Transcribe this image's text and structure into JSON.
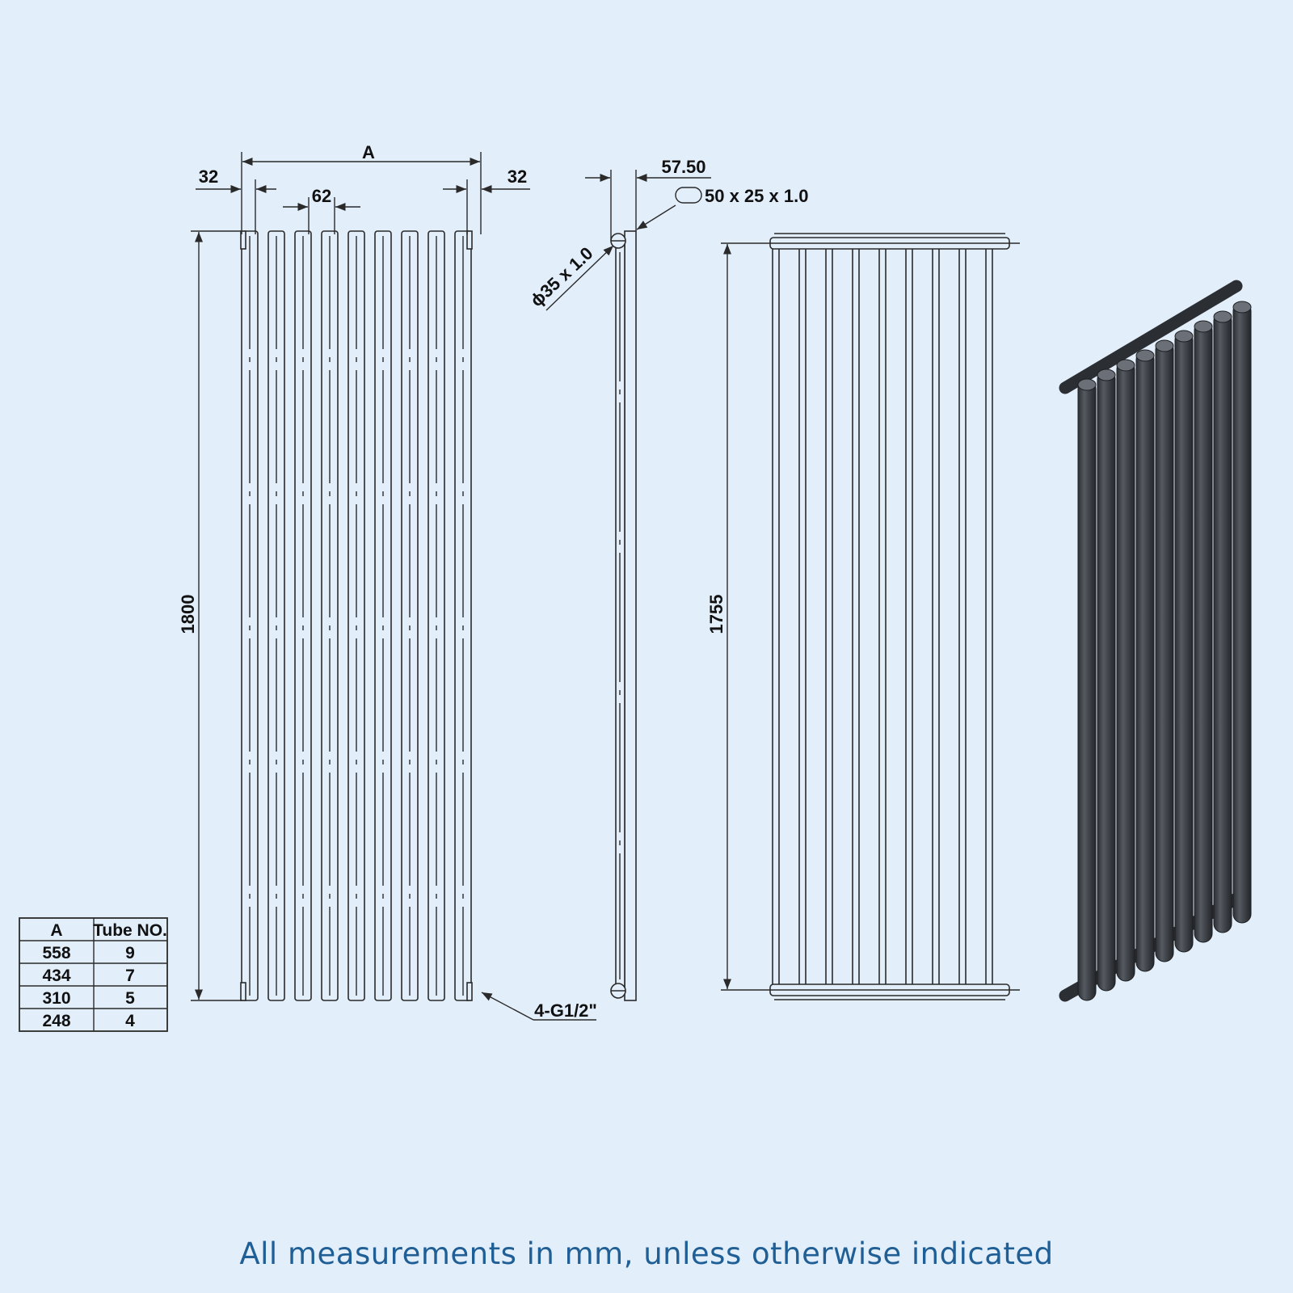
{
  "front_view": {
    "width_label": "A",
    "left_margin": "32",
    "right_margin": "32",
    "pitch": "62",
    "height": "1800",
    "connection": "4-G1/2\"",
    "tube_count": 9
  },
  "side_view": {
    "depth": "57.50",
    "tube_section": "50 x 25 x 1.0",
    "header_pipe": "ϕ35 x 1.0"
  },
  "back_view": {
    "center_distance": "1755",
    "tube_count": 9
  },
  "size_table": {
    "headers": [
      "A",
      "Tube NO."
    ],
    "rows": [
      [
        "558",
        "9"
      ],
      [
        "434",
        "7"
      ],
      [
        "310",
        "5"
      ],
      [
        "248",
        "4"
      ]
    ]
  },
  "footer": "All measurements in mm, unless otherwise indicated",
  "colors": {
    "background": "#e3eefb",
    "line": "#2a2a2a",
    "render_tube": "#3a3d42",
    "footer_text": "#1f5f96"
  }
}
